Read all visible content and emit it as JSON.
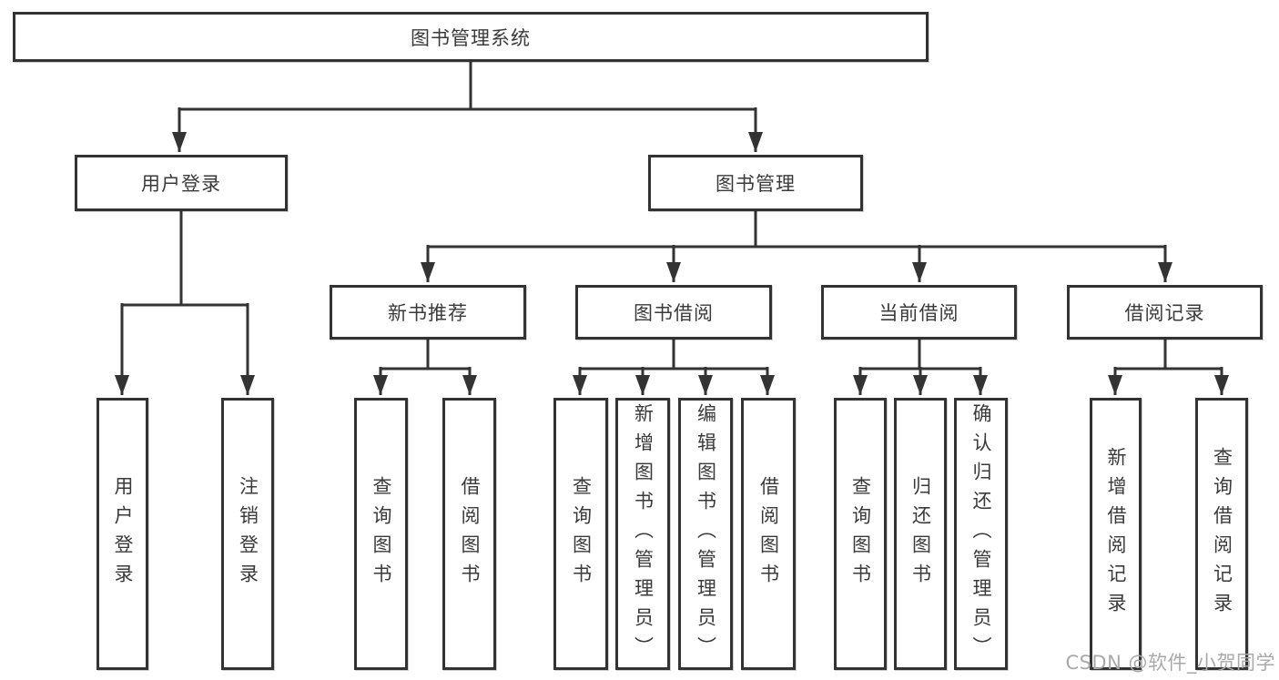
{
  "diagram": {
    "title": "图书管理系统",
    "level2": {
      "user_login": "用户登录",
      "book_management": "图书管理"
    },
    "level3": {
      "new_books": "新书推荐",
      "book_borrow": "图书借阅",
      "current_borrow": "当前借阅",
      "borrow_records": "借阅记录"
    },
    "leaves": {
      "login": "用户登录",
      "logout": "注销登录",
      "nb_search": "查询图书",
      "nb_borrow": "借阅图书",
      "bb_search": "查询图书",
      "bb_add": "新增图书（管理员）",
      "bb_edit": "编辑图书（管理员）",
      "bb_borrow": "借阅图书",
      "cb_search": "查询图书",
      "cb_return": "归还图书",
      "cb_confirm": "确认归还（管理员）",
      "br_add": "新增借阅记录",
      "br_search": "查询借阅记录"
    },
    "structure": {
      "图书管理系统": [
        "用户登录",
        "图书管理"
      ],
      "用户登录": [
        "用户登录",
        "注销登录"
      ],
      "图书管理": [
        "新书推荐",
        "图书借阅",
        "当前借阅",
        "借阅记录"
      ],
      "新书推荐": [
        "查询图书",
        "借阅图书"
      ],
      "图书借阅": [
        "查询图书",
        "新增图书（管理员）",
        "编辑图书（管理员）",
        "借阅图书"
      ],
      "当前借阅": [
        "查询图书",
        "归还图书",
        "确认归还（管理员）"
      ],
      "借阅记录": [
        "新增借阅记录",
        "查询借阅记录"
      ]
    }
  },
  "watermark": "CSDN @软件_小贺同学",
  "colors": {
    "line": "#333333",
    "text": "#3a3a3a",
    "watermark": "#a9a9a9",
    "background": "#ffffff"
  }
}
